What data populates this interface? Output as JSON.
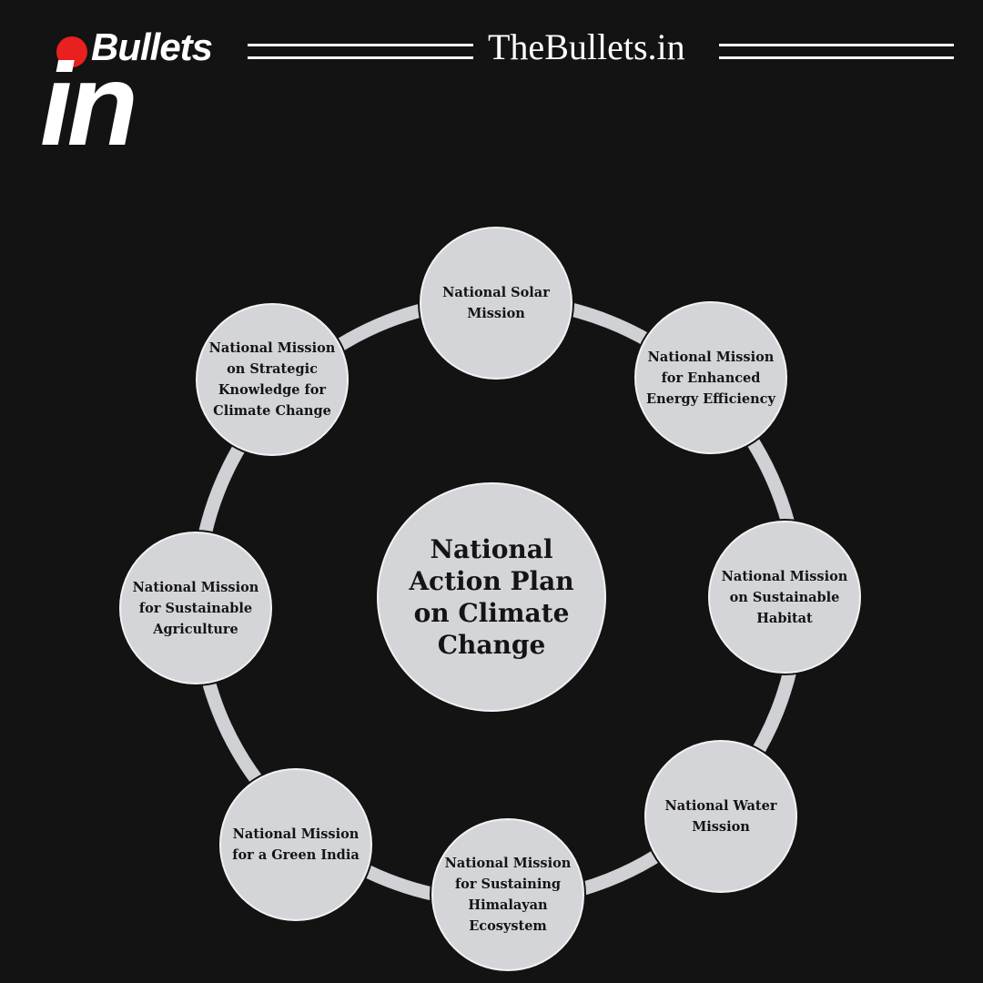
{
  "header": {
    "logo_word": "Bullets",
    "logo_in": "in",
    "site_name": "TheBullets.in",
    "brand_color": "#e8201f"
  },
  "diagram": {
    "center": "National Action Plan on Climate Change",
    "missions": [
      "National Solar Mission",
      "National Mission for Enhanced Energy Efficiency",
      "National Mission on Sustainable Habitat",
      "National Water Mission",
      "National Mission for Sustaining Himalayan Ecosystem",
      "National Mission for a Green India",
      "National Mission for Sustainable Agriculture",
      "National Mission on Strategic Knowledge for Climate Change"
    ]
  }
}
